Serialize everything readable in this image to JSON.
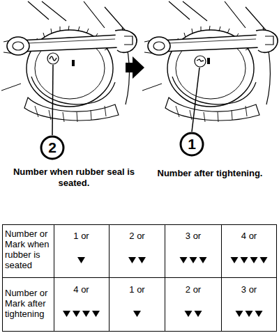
{
  "diagram": {
    "nodes": [
      {
        "text": [
          "2"
        ]
      },
      {
        "text": [
          "1"
        ]
      }
    ],
    "labels": [
      "Number when rubber seal is seated.",
      "Number after tightening.",
      "Number or Mark when rubber is seated",
      "1 or",
      "2 or",
      "3 or",
      "4 or",
      "Number or Mark after tightening",
      "4 or",
      "1 or",
      "2 or",
      "3 or"
    ]
  }
}
